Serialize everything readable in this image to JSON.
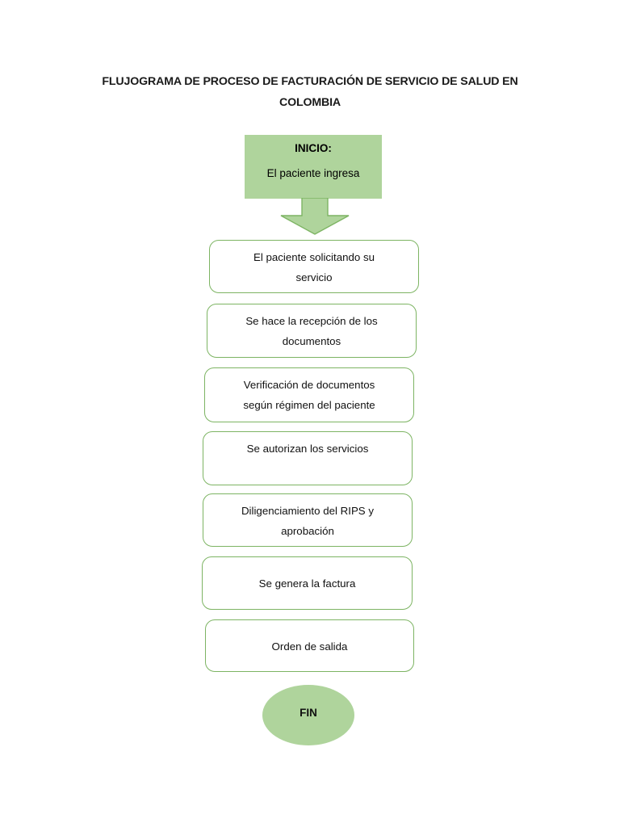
{
  "document": {
    "title": "FLUJOGRAMA DE PROCESO DE FACTURACIÓN DE SERVICIO DE SALUD EN COLOMBIA",
    "background_color": "#FFFFFF"
  },
  "palette": {
    "terminator_fill": "#AFD49C",
    "process_border": "#7DB463",
    "process_fill": "#FFFFFF",
    "arrow_fill": "#AFD49C",
    "arrow_border": "#7DB463",
    "text_color": "#111111"
  },
  "flowchart": {
    "start": {
      "shape": "rectangle",
      "label_bold": "INICIO:",
      "label_text": "El paciente ingresa"
    },
    "connector": {
      "icon": "down-arrow-icon",
      "direction": "down"
    },
    "steps": [
      {
        "index": 1,
        "line1": "El paciente solicitando su",
        "line2": "servicio"
      },
      {
        "index": 2,
        "line1": "Se hace la recepción de los",
        "line2": "documentos"
      },
      {
        "index": 3,
        "line1": "Verificación de documentos",
        "line2": "según régimen del paciente"
      },
      {
        "index": 4,
        "line1": "Se autorizan los servicios",
        "line2": ""
      },
      {
        "index": 5,
        "line1": "Diligenciamiento del RIPS y",
        "line2": "aprobación"
      },
      {
        "index": 6,
        "line1": "Se genera la factura",
        "line2": ""
      },
      {
        "index": 7,
        "line1": "Orden de salida",
        "line2": ""
      }
    ],
    "end": {
      "shape": "ellipse",
      "label": "FIN"
    }
  }
}
